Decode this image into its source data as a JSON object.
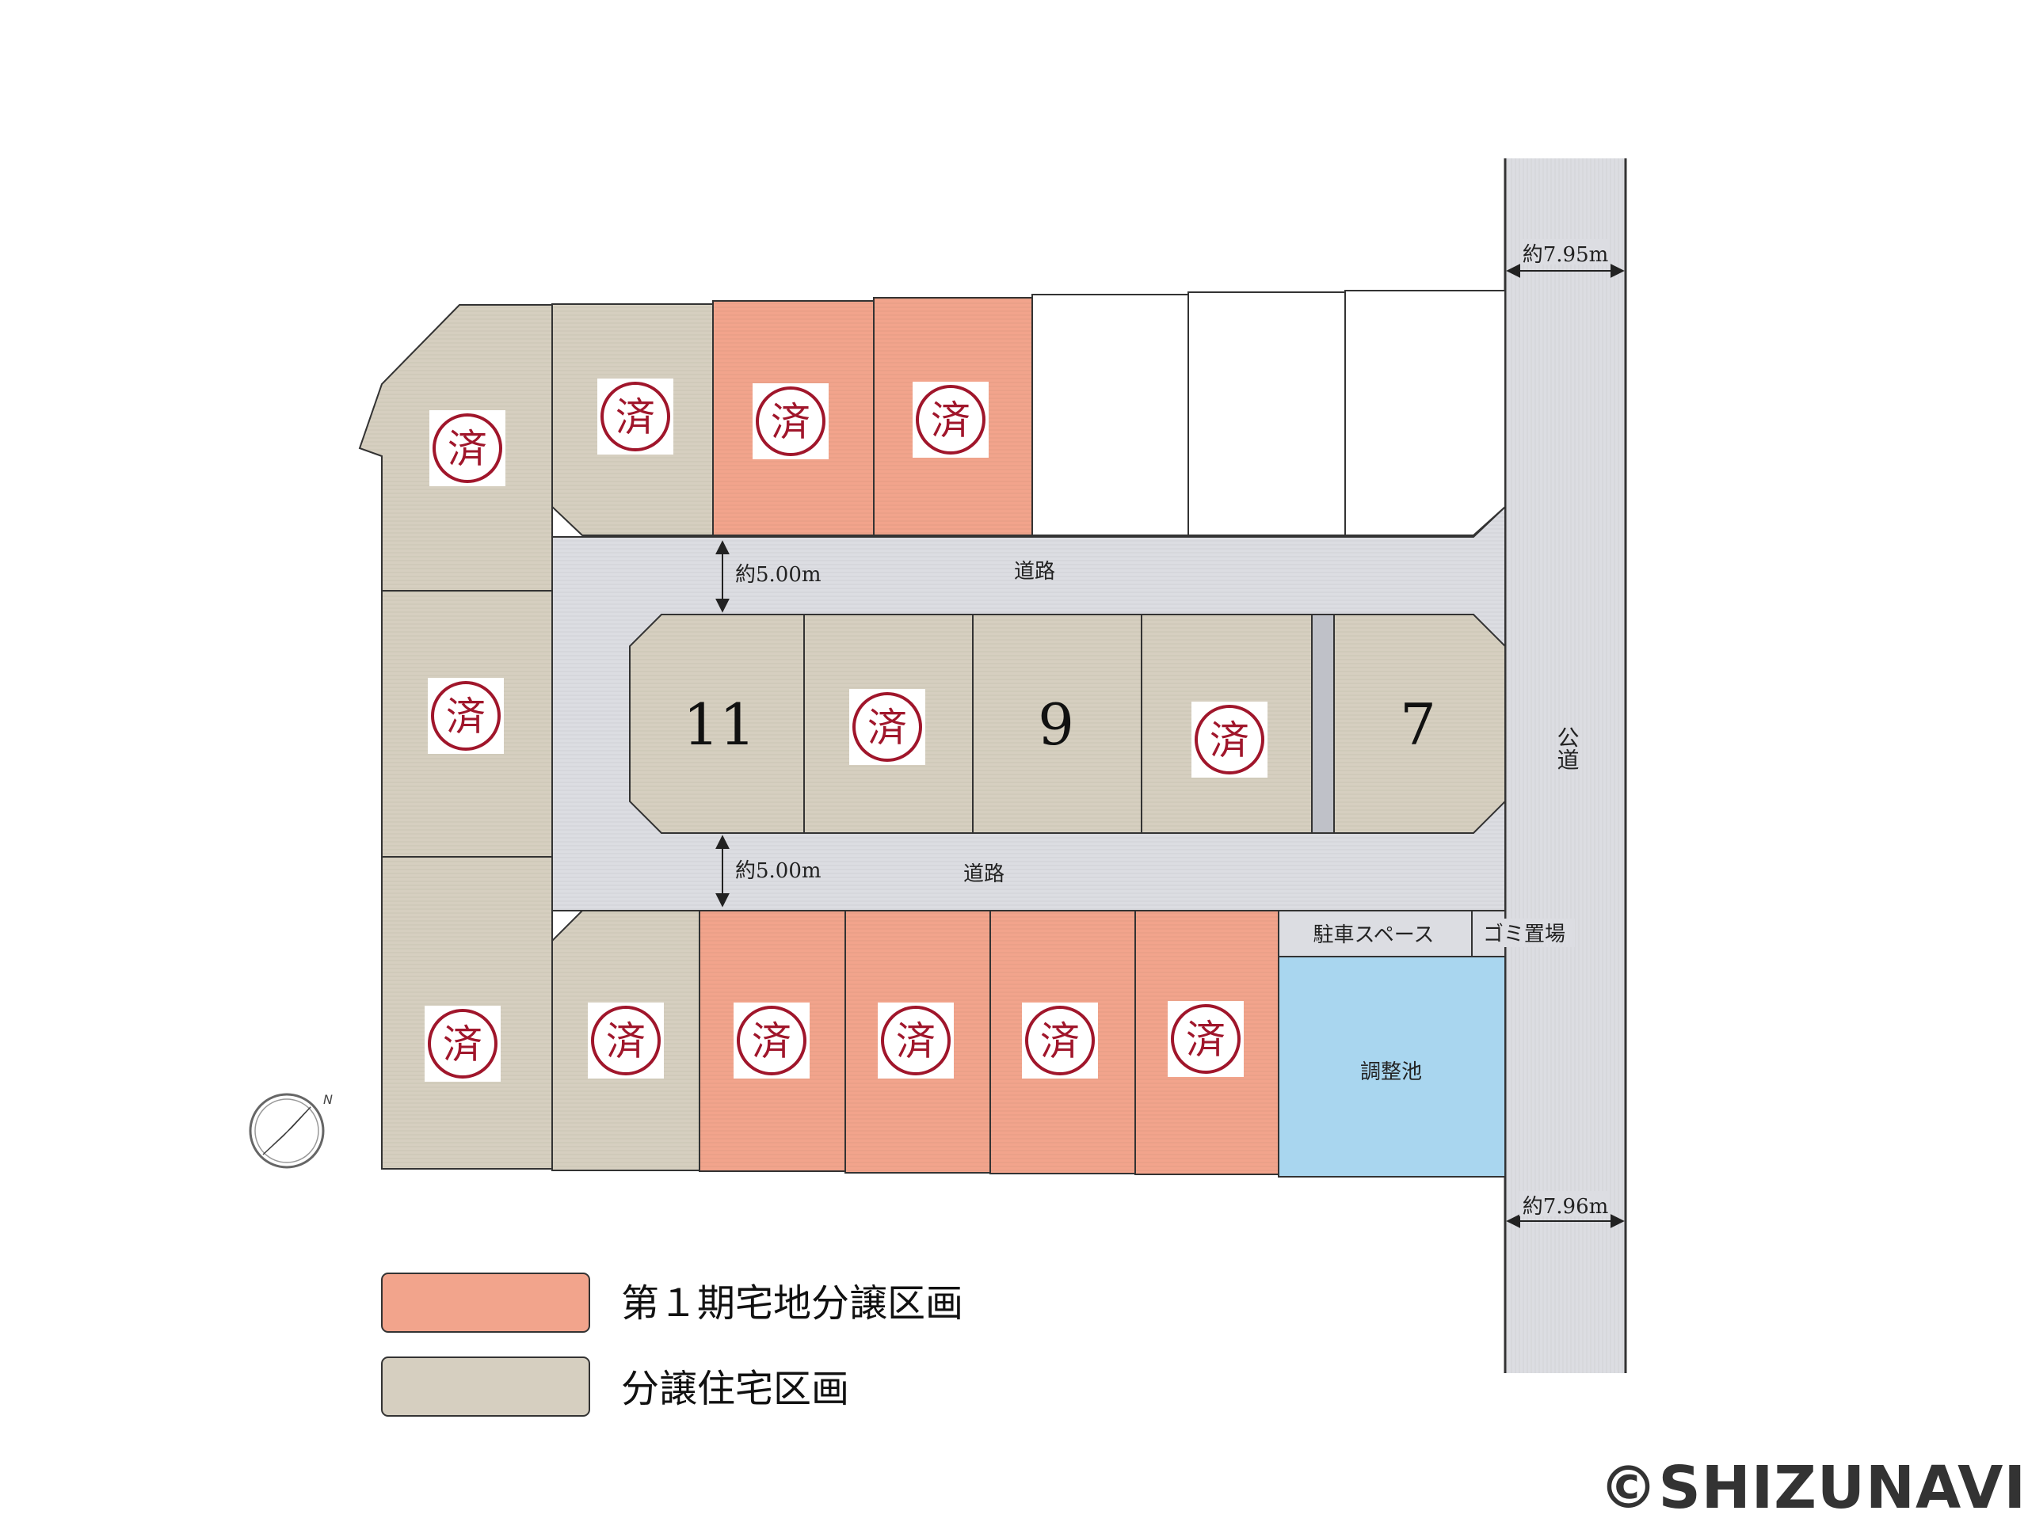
{
  "colors": {
    "phase1": "#f2a48c",
    "house": "#d6cfc0",
    "road": "#dcdde2",
    "pond": "#a9d6ef",
    "vacant": "#ffffff",
    "stamp": "#a0162b",
    "outline": "#333333"
  },
  "labels": {
    "road_top": "道路",
    "road_bottom": "道路",
    "road_width_top": "約5.00m",
    "road_width_bottom": "約5.00m",
    "public_road": "公道",
    "public_road_width_top": "約7.95m",
    "public_road_width_bottom": "約7.96m",
    "parking": "駐車スペース",
    "garbage": "ゴミ置場",
    "pond": "調整池",
    "sold_mark": "済",
    "compass_north": "N"
  },
  "lots": [
    {
      "id": "top-1",
      "type": "house",
      "status": "sold"
    },
    {
      "id": "top-2",
      "type": "house",
      "status": "sold"
    },
    {
      "id": "top-3",
      "type": "phase1",
      "status": "sold"
    },
    {
      "id": "top-4",
      "type": "phase1",
      "status": "sold"
    },
    {
      "id": "top-5",
      "type": "vacant",
      "status": "available"
    },
    {
      "id": "top-6",
      "type": "vacant",
      "status": "available"
    },
    {
      "id": "top-7",
      "type": "vacant",
      "status": "available"
    },
    {
      "id": "left-mid",
      "type": "house",
      "status": "sold"
    },
    {
      "id": "left-bottom",
      "type": "house",
      "status": "sold"
    },
    {
      "id": "center-11",
      "type": "house",
      "status": "available",
      "number": "11"
    },
    {
      "id": "center-10",
      "type": "house",
      "status": "sold"
    },
    {
      "id": "center-9",
      "type": "house",
      "status": "available",
      "number": "9"
    },
    {
      "id": "center-8",
      "type": "house",
      "status": "sold"
    },
    {
      "id": "center-7",
      "type": "house",
      "status": "available",
      "number": "7"
    },
    {
      "id": "bottom-1",
      "type": "house",
      "status": "sold"
    },
    {
      "id": "bottom-2",
      "type": "phase1",
      "status": "sold"
    },
    {
      "id": "bottom-3",
      "type": "phase1",
      "status": "sold"
    },
    {
      "id": "bottom-4",
      "type": "phase1",
      "status": "sold"
    },
    {
      "id": "bottom-5",
      "type": "phase1",
      "status": "sold"
    }
  ],
  "legend": [
    {
      "label": "第１期宅地分譲区画",
      "color": "#f2a48c"
    },
    {
      "label": "分譲住宅区画",
      "color": "#d6cfc0"
    }
  ],
  "copyright": "©SHIZUNAVI"
}
